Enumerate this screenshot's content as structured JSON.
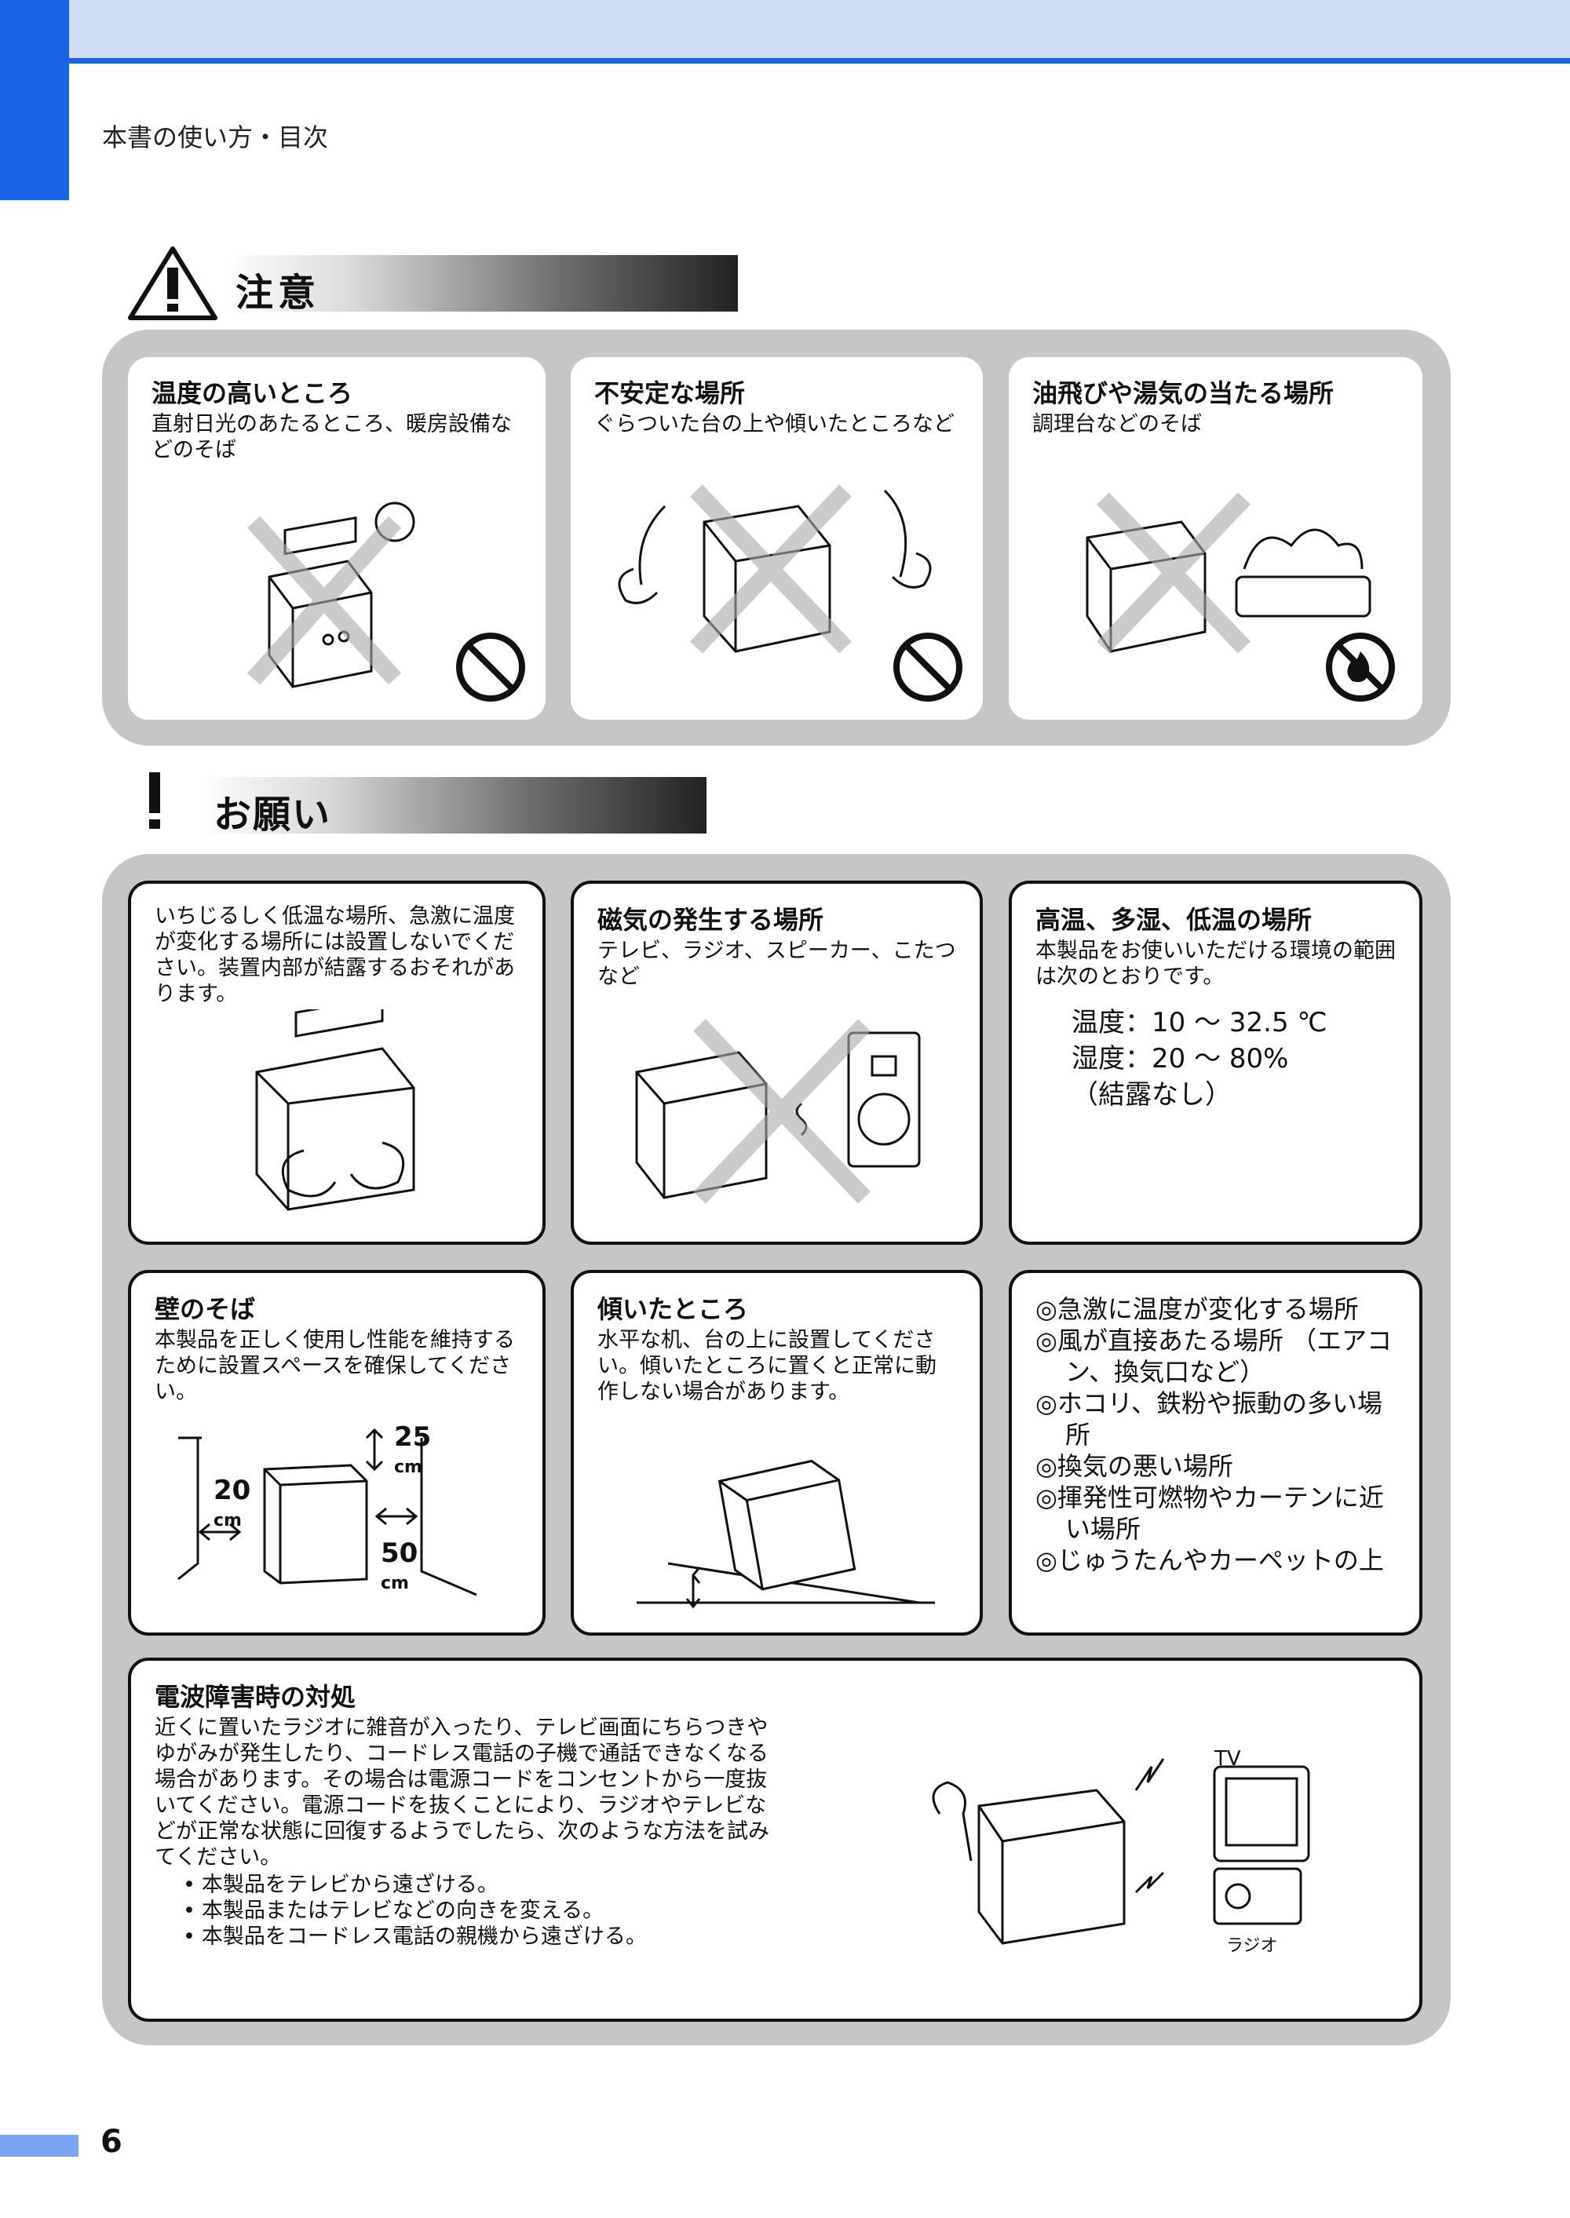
{
  "header": {
    "breadcrumb": "本書の使い方・目次"
  },
  "caution": {
    "heading": "注意",
    "cards": [
      {
        "title": "温度の高いところ",
        "text": "直射日光のあたるところ、暖房設備などのそば"
      },
      {
        "title": "不安定な場所",
        "text": "ぐらついた台の上や傾いたところなど"
      },
      {
        "title": "油飛びや湯気の当たる場所",
        "text": "調理台などのそば"
      }
    ]
  },
  "request": {
    "heading": "お願い",
    "cards": [
      {
        "title": "",
        "text": "いちじるしく低温な場所、急激に温度が変化する場所には設置しないでください。装置内部が結露するおそれがあります。"
      },
      {
        "title": "磁気の発生する場所",
        "text": "テレビ、ラジオ、スピーカー、こたつなど"
      },
      {
        "title": "高温、多湿、低温の場所",
        "text": "本製品をお使いいただける環境の範囲は次のとおりです。",
        "env": [
          "温度：10 ～ 32.5 ℃",
          "湿度：20 ～ 80%",
          "（結露なし）"
        ]
      },
      {
        "title": "壁のそば",
        "text": "本製品を正しく使用し性能を維持するために設置スペースを確保してください。",
        "dims": {
          "top": "25",
          "side": "20",
          "front": "50",
          "unit": "cm"
        }
      },
      {
        "title": "傾いたところ",
        "text": "水平な机、台の上に設置してください。傾いたところに置くと正常に動作しない場合があります。"
      },
      {
        "list": [
          "◎急激に温度が変化する場所",
          "◎風が直接あたる場所 （エアコン、換気口など）",
          "◎ホコリ、鉄粉や振動の多い場所",
          "◎換気の悪い場所",
          "◎揮発性可燃物やカーテンに近い場所",
          "◎じゅうたんやカーペットの上"
        ]
      }
    ],
    "radio": {
      "title": "電波障害時の対処",
      "text": "近くに置いたラジオに雑音が入ったり、テレビ画面にちらつきやゆがみが発生したり、コードレス電話の子機で通話できなくなる場合があります。その場合は電源コードをコンセントから一度抜いてください。電源コードを抜くことにより、ラジオやテレビなどが正常な状態に回復するようでしたら、次のような方法を試みてください。",
      "bullets": [
        "本製品をテレビから遠ざける。",
        "本製品またはテレビなどの向きを変える。",
        "本製品をコードレス電話の親機から遠ざける。"
      ],
      "tv_label": "TV",
      "radio_label": "ラジオ"
    }
  },
  "footer": {
    "page_number": "6"
  }
}
